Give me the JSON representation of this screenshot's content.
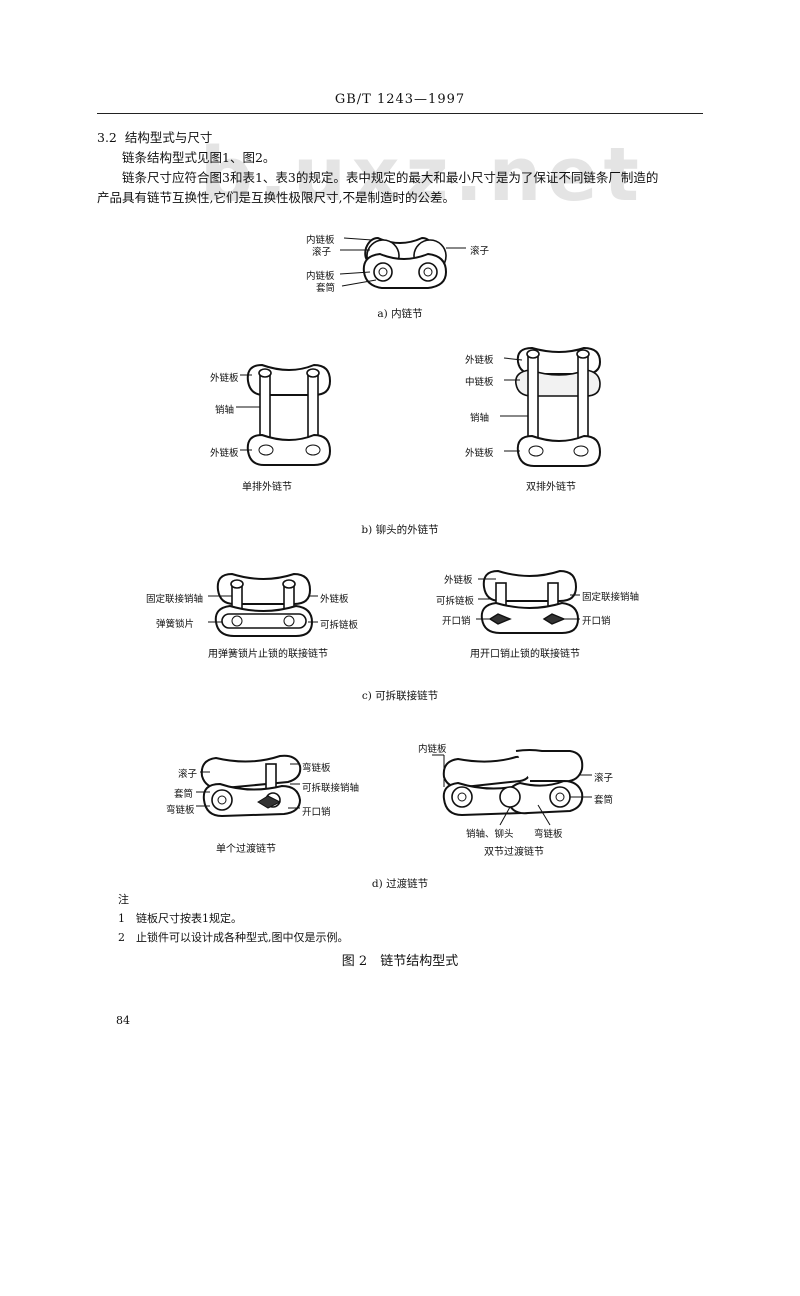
{
  "watermark": "b.uxz.net",
  "header": "GB/T 1243—1997",
  "section": {
    "number": "3.2",
    "title": "结构型式与尺寸",
    "p1": "链条结构型式见图1、图2。",
    "p2_line1": "链条尺寸应符合图3和表1、表3的规定。表中规定的最大和最小尺寸是为了保证不同链条厂制造的",
    "p2_line2": "产品具有链节互换性,它们是互换性极限尺寸,不是制造时的公差。"
  },
  "fig_a": {
    "labels": [
      "内链板",
      "滚子",
      "内链板",
      "套筒",
      "滚子"
    ],
    "caption": "a) 内链节"
  },
  "fig_b": {
    "single": {
      "labels": [
        "外链板",
        "销轴",
        "外链板"
      ],
      "title": "单排外链节"
    },
    "double": {
      "labels": [
        "外链板",
        "中链板",
        "销轴",
        "外链板"
      ],
      "title": "双排外链节"
    },
    "caption": "b) 铆头的外链节"
  },
  "fig_c": {
    "left": {
      "labels": [
        "固定联接销轴",
        "弹簧锁片",
        "外链板",
        "可拆链板"
      ],
      "title": "用弹簧锁片止锁的联接链节"
    },
    "right": {
      "labels": [
        "外链板",
        "可拆链板",
        "开口销",
        "固定联接销轴",
        "开口销"
      ],
      "title": "用开口销止锁的联接链节"
    },
    "caption": "c) 可拆联接链节"
  },
  "fig_d": {
    "left": {
      "labels": [
        "滚子",
        "套筒",
        "弯链板",
        "弯链板",
        "可拆联接销轴",
        "开口销"
      ],
      "title": "单个过渡链节"
    },
    "right": {
      "labels": [
        "内链板",
        "滚子",
        "套筒",
        "销轴、铆头",
        "弯链板"
      ],
      "title": "双节过渡链节"
    },
    "caption": "d) 过渡链节"
  },
  "notes": {
    "heading": "注",
    "items": [
      "1　链板尺寸按表1规定。",
      "2　止锁件可以设计成各种型式,图中仅是示例。"
    ]
  },
  "figure_title": "图 2　链节结构型式",
  "page_number": "84"
}
